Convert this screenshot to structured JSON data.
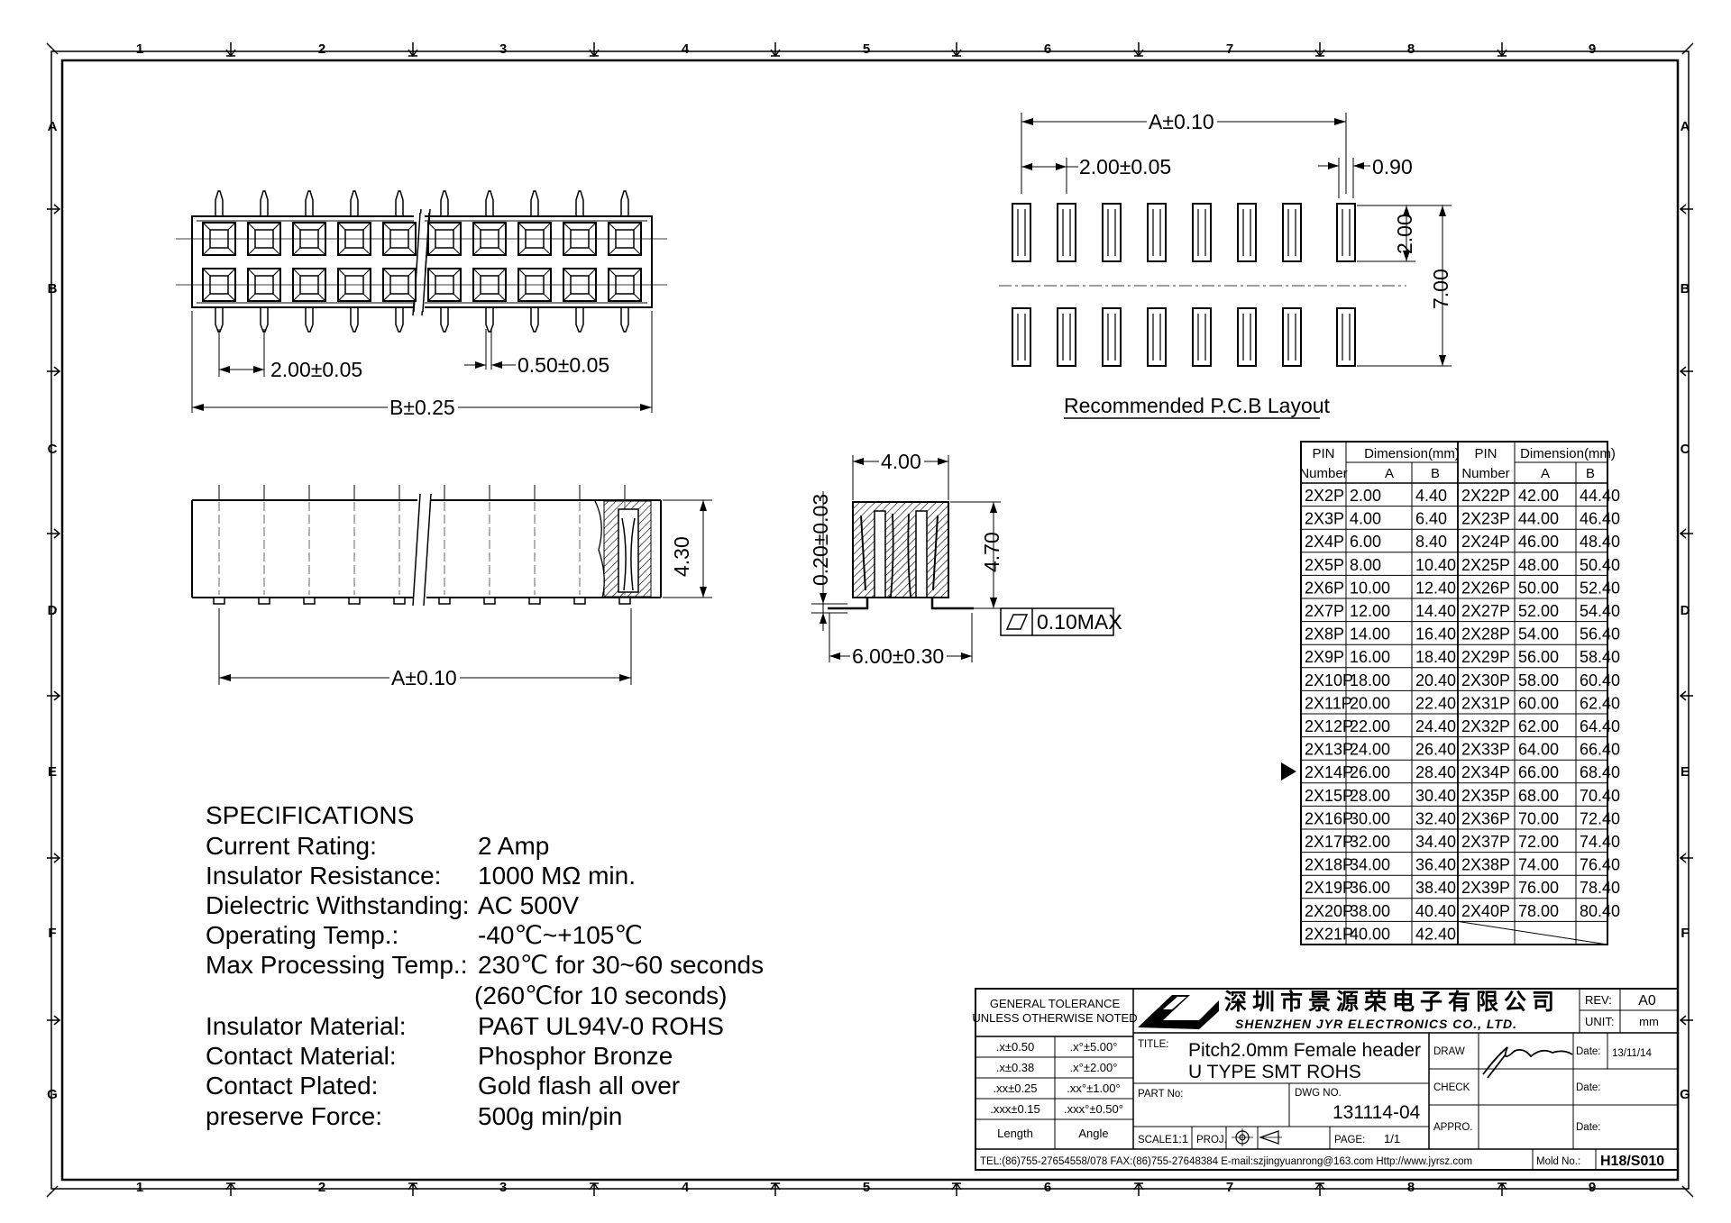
{
  "grid": {
    "columns": [
      "1",
      "2",
      "3",
      "4",
      "5",
      "6",
      "7",
      "8",
      "9"
    ],
    "rows": [
      "A",
      "B",
      "C",
      "D",
      "E",
      "F",
      "G"
    ]
  },
  "top_view": {
    "pitch_dim": "2.00±0.05",
    "pin_width_dim": "0.50±0.05",
    "overall_dim": "B±0.25"
  },
  "side_view": {
    "height_dim": "4.30",
    "length_dim": "A±0.10"
  },
  "end_view": {
    "width_dim": "4.00",
    "thickness_dim": "0.20±0.03",
    "height_dim": "4.70",
    "foot_dim": "6.00±0.30",
    "flatness": "0.10MAX"
  },
  "pcb_layout": {
    "title": "Recommended P.C.B Layout",
    "length_dim": "A±0.10",
    "pitch_dim": "2.00±0.05",
    "pad_width_dim": "0.90",
    "pad_len_dim": "2.00",
    "row_span_dim": "7.00"
  },
  "dim_table": {
    "headers": {
      "pin": "PIN",
      "number": "Number",
      "dimension": "Dimension(mm)",
      "a": "A",
      "b": "B"
    },
    "selected_row": 12,
    "rows": [
      [
        "2X2P",
        "2.00",
        "4.40",
        "2X22P",
        "42.00",
        "44.40"
      ],
      [
        "2X3P",
        "4.00",
        "6.40",
        "2X23P",
        "44.00",
        "46.40"
      ],
      [
        "2X4P",
        "6.00",
        "8.40",
        "2X24P",
        "46.00",
        "48.40"
      ],
      [
        "2X5P",
        "8.00",
        "10.40",
        "2X25P",
        "48.00",
        "50.40"
      ],
      [
        "2X6P",
        "10.00",
        "12.40",
        "2X26P",
        "50.00",
        "52.40"
      ],
      [
        "2X7P",
        "12.00",
        "14.40",
        "2X27P",
        "52.00",
        "54.40"
      ],
      [
        "2X8P",
        "14.00",
        "16.40",
        "2X28P",
        "54.00",
        "56.40"
      ],
      [
        "2X9P",
        "16.00",
        "18.40",
        "2X29P",
        "56.00",
        "58.40"
      ],
      [
        "2X10P",
        "18.00",
        "20.40",
        "2X30P",
        "58.00",
        "60.40"
      ],
      [
        "2X11P",
        "20.00",
        "22.40",
        "2X31P",
        "60.00",
        "62.40"
      ],
      [
        "2X12P",
        "22.00",
        "24.40",
        "2X32P",
        "62.00",
        "64.40"
      ],
      [
        "2X13P",
        "24.00",
        "26.40",
        "2X33P",
        "64.00",
        "66.40"
      ],
      [
        "2X14P",
        "26.00",
        "28.40",
        "2X34P",
        "66.00",
        "68.40"
      ],
      [
        "2X15P",
        "28.00",
        "30.40",
        "2X35P",
        "68.00",
        "70.40"
      ],
      [
        "2X16P",
        "30.00",
        "32.40",
        "2X36P",
        "70.00",
        "72.40"
      ],
      [
        "2X17P",
        "32.00",
        "34.40",
        "2X37P",
        "72.00",
        "74.40"
      ],
      [
        "2X18P",
        "34.00",
        "36.40",
        "2X38P",
        "74.00",
        "76.40"
      ],
      [
        "2X19P",
        "36.00",
        "38.40",
        "2X39P",
        "76.00",
        "78.40"
      ],
      [
        "2X20P",
        "38.00",
        "40.40",
        "2X40P",
        "78.00",
        "80.40"
      ],
      [
        "2X21P",
        "40.00",
        "42.40",
        "",
        "",
        ""
      ]
    ]
  },
  "specifications": {
    "heading": "SPECIFICATIONS",
    "items": [
      {
        "label": "Current Rating:",
        "value": "2 Amp"
      },
      {
        "label": "Insulator Resistance:",
        "value": "1000 MΩ min."
      },
      {
        "label": "Dielectric Withstanding:",
        "value": "AC 500V"
      },
      {
        "label": "Operating Temp.:",
        "value": "-40℃~+105℃"
      },
      {
        "label": "Max Processing Temp.:",
        "value": "230℃ for 30~60 seconds"
      },
      {
        "label": "",
        "value": "(260℃for 10 seconds)"
      },
      {
        "label": "Insulator Material:",
        "value": "PA6T UL94V-0 ROHS"
      },
      {
        "label": "Contact Material:",
        "value": "Phosphor Bronze"
      },
      {
        "label": "Contact Plated:",
        "value": "Gold flash all over"
      },
      {
        "label": "preserve Force:",
        "value": "500g min/pin"
      }
    ]
  },
  "title_block": {
    "general_tolerance": "GENERAL TOLERANCE",
    "unless_noted": "UNLESS OTHERWISE NOTED",
    "tolerances": [
      [
        ".x±0.50",
        ".x°±5.00°"
      ],
      [
        ".x±0.38",
        ".x°±2.00°"
      ],
      [
        ".xx±0.25",
        ".xx°±1.00°"
      ],
      [
        ".xxx±0.15",
        ".xxx°±0.50°"
      ]
    ],
    "length_label": "Length",
    "angle_label": "Angle",
    "company_cn": "深圳市景源荣电子有限公司",
    "company_en": "SHENZHEN JYR ELECTRONICS CO., LTD.",
    "rev_label": "REV:",
    "rev_value": "A0",
    "unit_label": "UNIT:",
    "unit_value": "mm",
    "title_label": "TITLE:",
    "title_line1": "Pitch2.0mm Female header",
    "title_line2": "U TYPE SMT ROHS",
    "draw_label": "DRAW",
    "check_label": "CHECK",
    "appro_label": "APPRO.",
    "date_label": "Date:",
    "date_value": "13/11/14",
    "part_no_label": "PART No:",
    "dwg_no_label": "DWG NO.",
    "dwg_no_value": "131114-04",
    "scale_label": "SCALE",
    "scale_value": "1:1",
    "proj_label": "PROJ.",
    "page_label": "PAGE:",
    "page_value": "1/1",
    "contact_line": "TEL:(86)755-27654558/078  FAX:(86)755-27648384  E-mail:szjingyuanrong@163.com  Http://www.jyrsz.com",
    "mold_label": "Mold No.:",
    "mold_value": "H18/S010"
  }
}
